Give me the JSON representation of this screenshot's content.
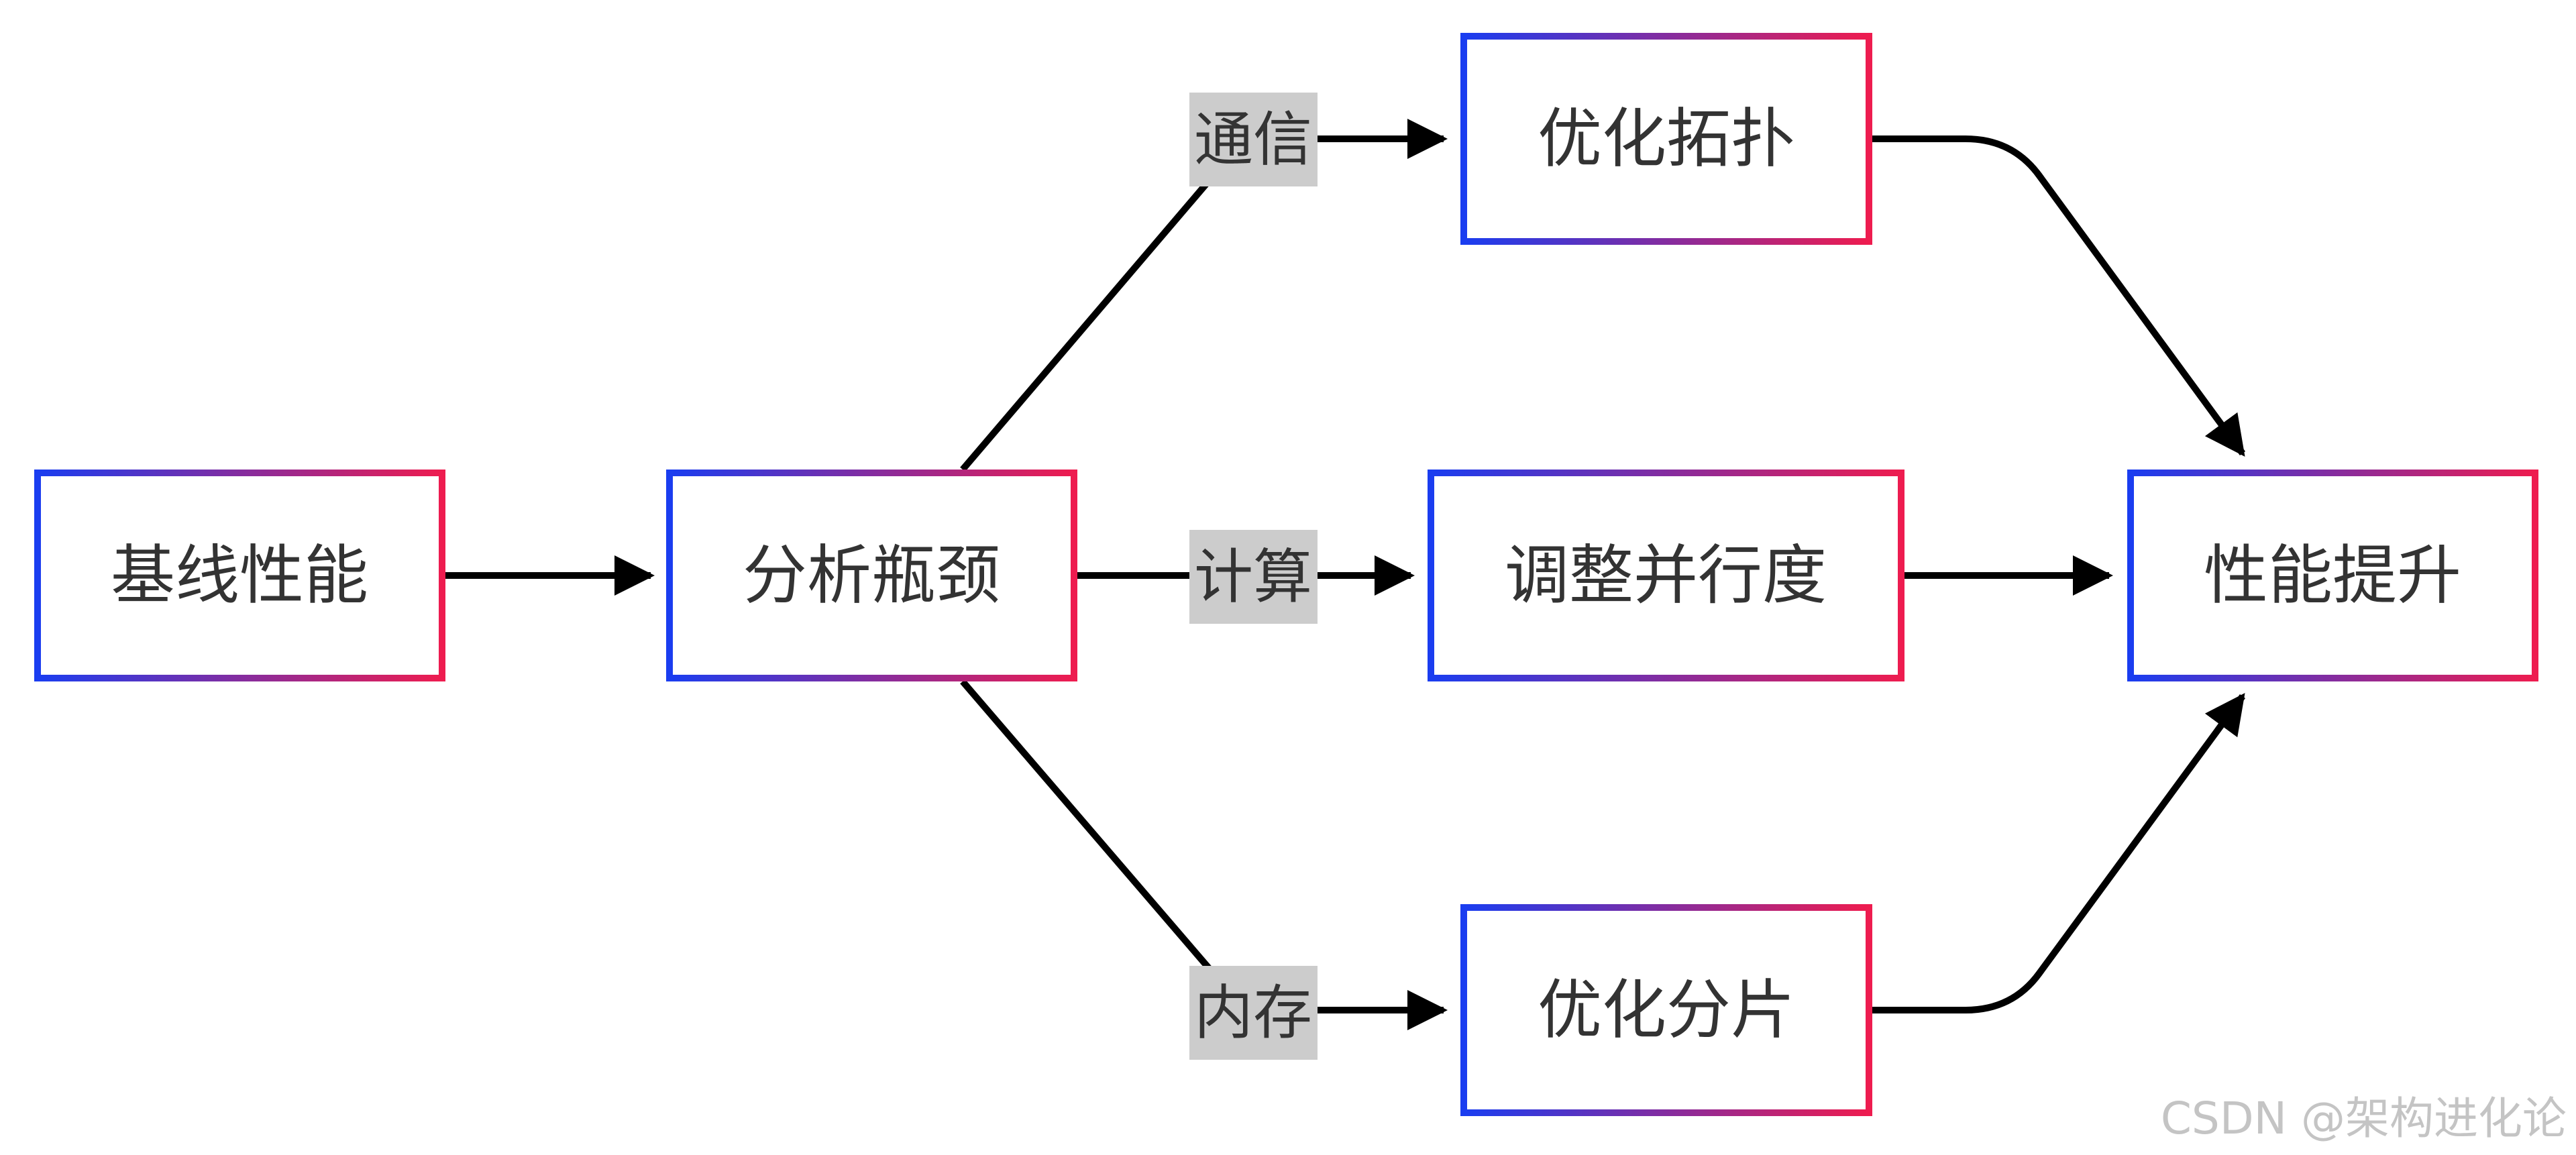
{
  "colors": {
    "node_border_start": "#1a3df0",
    "node_border_end": "#ee1c4f",
    "node_fill": "#ffffff",
    "edge": "#000000",
    "edge_label_bg": "#cccccc",
    "text": "#333333",
    "watermark": "#c4c4c4"
  },
  "nodes": {
    "baseline": {
      "label": "基线性能"
    },
    "analyze": {
      "label": "分析瓶颈"
    },
    "topology": {
      "label": "优化拓扑"
    },
    "parallel": {
      "label": "调整并行度"
    },
    "sharding": {
      "label": "优化分片"
    },
    "improve": {
      "label": "性能提升"
    }
  },
  "edges": {
    "communication": {
      "label": "通信"
    },
    "compute": {
      "label": "计算"
    },
    "memory": {
      "label": "内存"
    }
  },
  "watermark": {
    "text": "CSDN @架构进化论"
  }
}
